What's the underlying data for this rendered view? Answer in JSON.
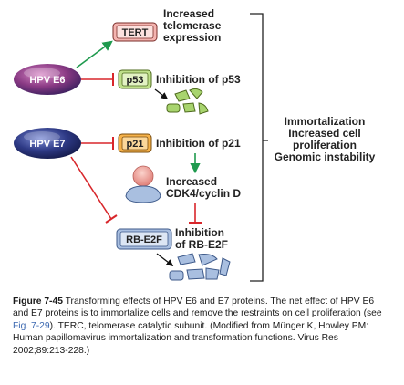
{
  "nodes": {
    "hpv_e6": "HPV E6",
    "hpv_e7": "HPV E7",
    "tert": "TERT",
    "p53": "p53",
    "p21": "p21",
    "rb_e2f": "RB-E2F"
  },
  "labels": {
    "tert_effect": [
      "Increased",
      "telomerase",
      "expression"
    ],
    "p53_effect": "Inhibition of p53",
    "p21_effect": "Inhibition of p21",
    "cdk_effect": [
      "Increased",
      "CDK4/cyclin D"
    ],
    "rb_effect": [
      "Inhibition",
      "of RB-E2F"
    ]
  },
  "outcomes": [
    "Immortalization",
    "Increased cell",
    "proliferation",
    "Genomic instability"
  ],
  "caption": {
    "figure": "Figure 7-45",
    "text_before_ref": " Transforming effects of HPV E6 and E7 proteins. The net effect of HPV E6 and E7 proteins is to immortalize cells and remove the restraints on cell proliferation (see ",
    "ref": "Fig. 7-29",
    "text_after_ref": "). TERC, telomerase catalytic subunit. (Modified from Münger K, Howley PM: Human papillomavirus immortalization and transformation functions. Virus Res 2002;89:213-228.)"
  },
  "colors": {
    "hpv_blob": "#2e3a86",
    "hpv_e6_accent": "#a24a8c",
    "red_arrow": "#d8262b",
    "green_arrow": "#1f9a4e",
    "pill_pink": "#f4b4b0",
    "pill_green": "#bfe08a",
    "pill_orange": "#f6b24a",
    "pill_blue": "#a9bfe0",
    "fragment_green": "#a8d46e",
    "fragment_blue": "#a9bfe0"
  }
}
